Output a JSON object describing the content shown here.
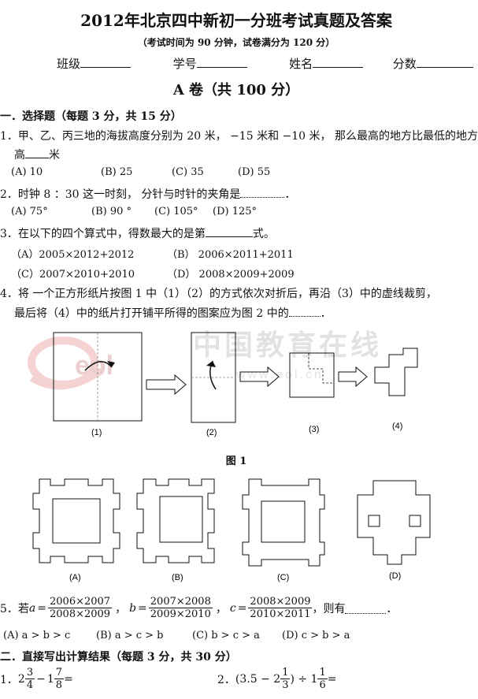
{
  "title": "2012年北京四中新初一分班考试真题及答案",
  "subtitle": "（考试时间为 90 分钟，试卷满分为 120 分）",
  "fields": [
    "班级",
    "学号",
    "姓名",
    "分数"
  ],
  "section_a": "A 卷（共 100 分）",
  "part1": {
    "heading": "一．选择题（每题 3 分，共 15 分）",
    "q1": {
      "line1": "1．甲、乙、丙三地的海拔高度分别为 20 米，  −15 米和  −10 米，  那么最高的地方比最低的地方",
      "line2a": "高",
      "line2b": "米",
      "options": [
        "(A)  10",
        "(B)  25",
        "(C)  35",
        "(D)  55"
      ]
    },
    "q2": {
      "text": "2．时钟 8 ：30 这一时刻，  分针与时针的夹角是",
      "end": "．",
      "options": [
        "(A)  75°",
        "(B)  90  °",
        "(C)  105°",
        "(D)    125°"
      ]
    },
    "q3": {
      "text": "3．在以下的四个算式中，得数最大的是第",
      "end": "式。",
      "options": [
        "（A）2005×2012+2012",
        "（B）  2006×2011+2011",
        "（C）2007×2010+2010",
        "（D）  2008×2009+2009"
      ]
    },
    "q4": {
      "line1": "4．将 一个正方形纸片按图 1 中（1）（2）的方式依次对折后，再沿（3）中的虚线裁剪，",
      "line2": "最后将（4）中的纸片打开铺平所得的图案应为图 2 中的",
      "end": "．",
      "fig1_labels": [
        "(1)",
        "(2)",
        "(3)",
        "(4)"
      ],
      "fig1_caption": "图 1",
      "fig2_labels": [
        "(A)",
        "(B)",
        "(C)",
        "(D)"
      ]
    },
    "q5": {
      "prefix": "5．若",
      "a_var": "a",
      "a_num": "2006×2007",
      "a_den": "2008×2009",
      "b_var": "b",
      "b_num": "2007×2008",
      "b_den": "2009×2010",
      "c_var": "c",
      "c_num": "2008×2009",
      "c_den": "2010×2011",
      "then": "，则有",
      "end": "．",
      "options": [
        "(A)     a > b > c",
        "(B)     a > c > b",
        "(C)  b > c > a",
        "(D)     c > b > a"
      ]
    }
  },
  "part2": {
    "heading": "二．直接写出计算结果（每题 3 分，共 30 分）",
    "p1": {
      "num": "1．",
      "w1": "2",
      "f1n": "3",
      "f1d": "4",
      "op": "−",
      "w2": "1",
      "f2n": "7",
      "f2d": "8",
      "eq": "="
    },
    "p2": {
      "num": "2．",
      "pre": "(3.5 − 2",
      "f1n": "1",
      "f1d": "3",
      "mid": ") ÷ 1",
      "f2n": "1",
      "f2d": "6",
      "eq": "="
    }
  },
  "watermark": {
    "brand": "中国教育在线",
    "url": "www.eol.cn",
    "logo": "eol"
  }
}
